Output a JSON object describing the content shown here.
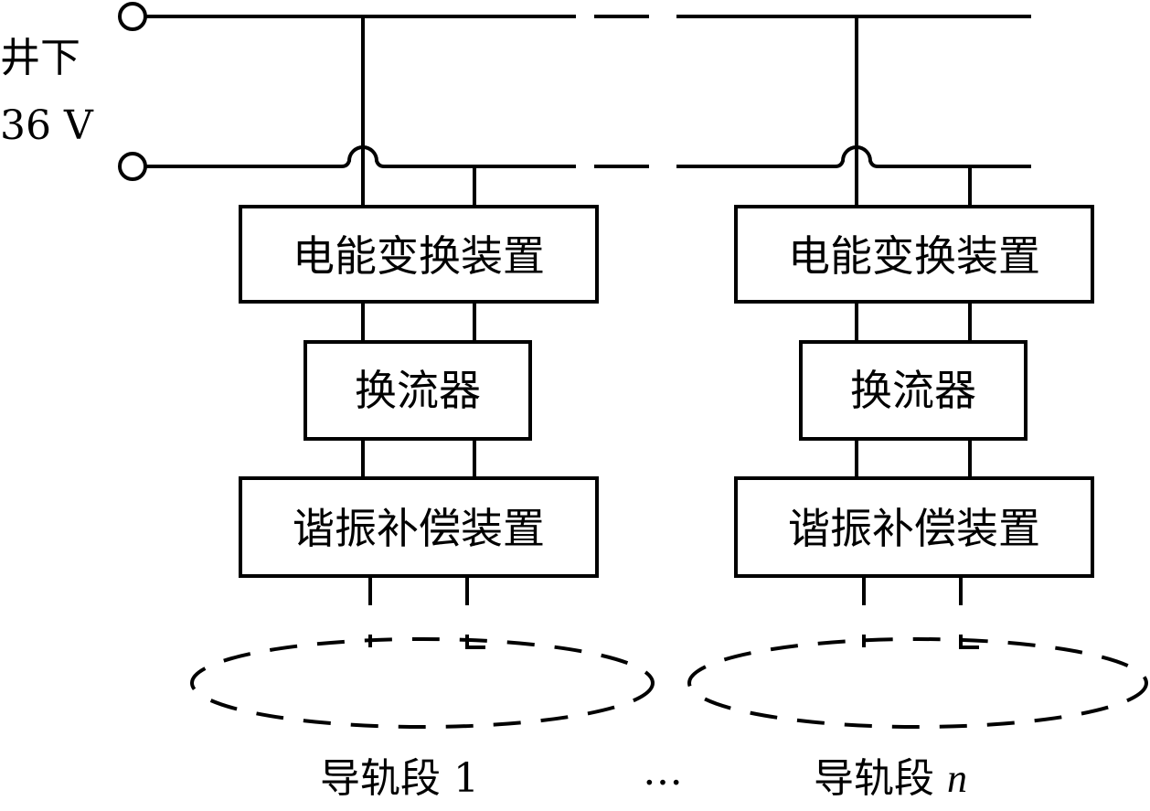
{
  "source": {
    "line1": "井下",
    "line2": "36 V"
  },
  "units": [
    {
      "converter": "电能变换装置",
      "inverter": "换流器",
      "compensator": "谐振补偿装置",
      "segment_text": "导轨段",
      "segment_index": "1"
    },
    {
      "converter": "电能变换装置",
      "inverter": "换流器",
      "compensator": "谐振补偿装置",
      "segment_text": "导轨段",
      "segment_index": "n"
    }
  ],
  "ellipsis": "…"
}
